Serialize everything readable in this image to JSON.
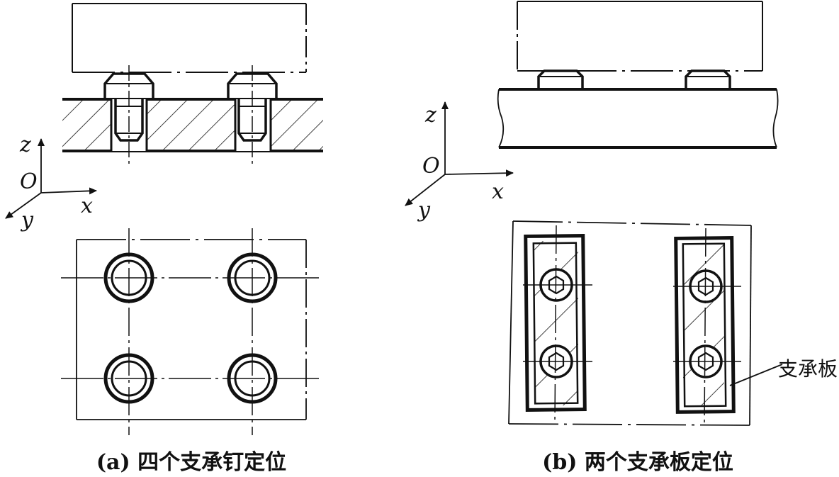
{
  "panel_a": {
    "caption": "(a) 四个支承钉定位",
    "axes": {
      "z": "z",
      "origin": "O",
      "x": "x",
      "y": "y"
    }
  },
  "panel_b": {
    "caption": "(b) 两个支承板定位",
    "axes": {
      "z": "z",
      "origin": "O",
      "x": "x",
      "y": "y"
    },
    "callout": "支承板"
  },
  "colors": {
    "line": "#111111",
    "background": "#ffffff"
  }
}
